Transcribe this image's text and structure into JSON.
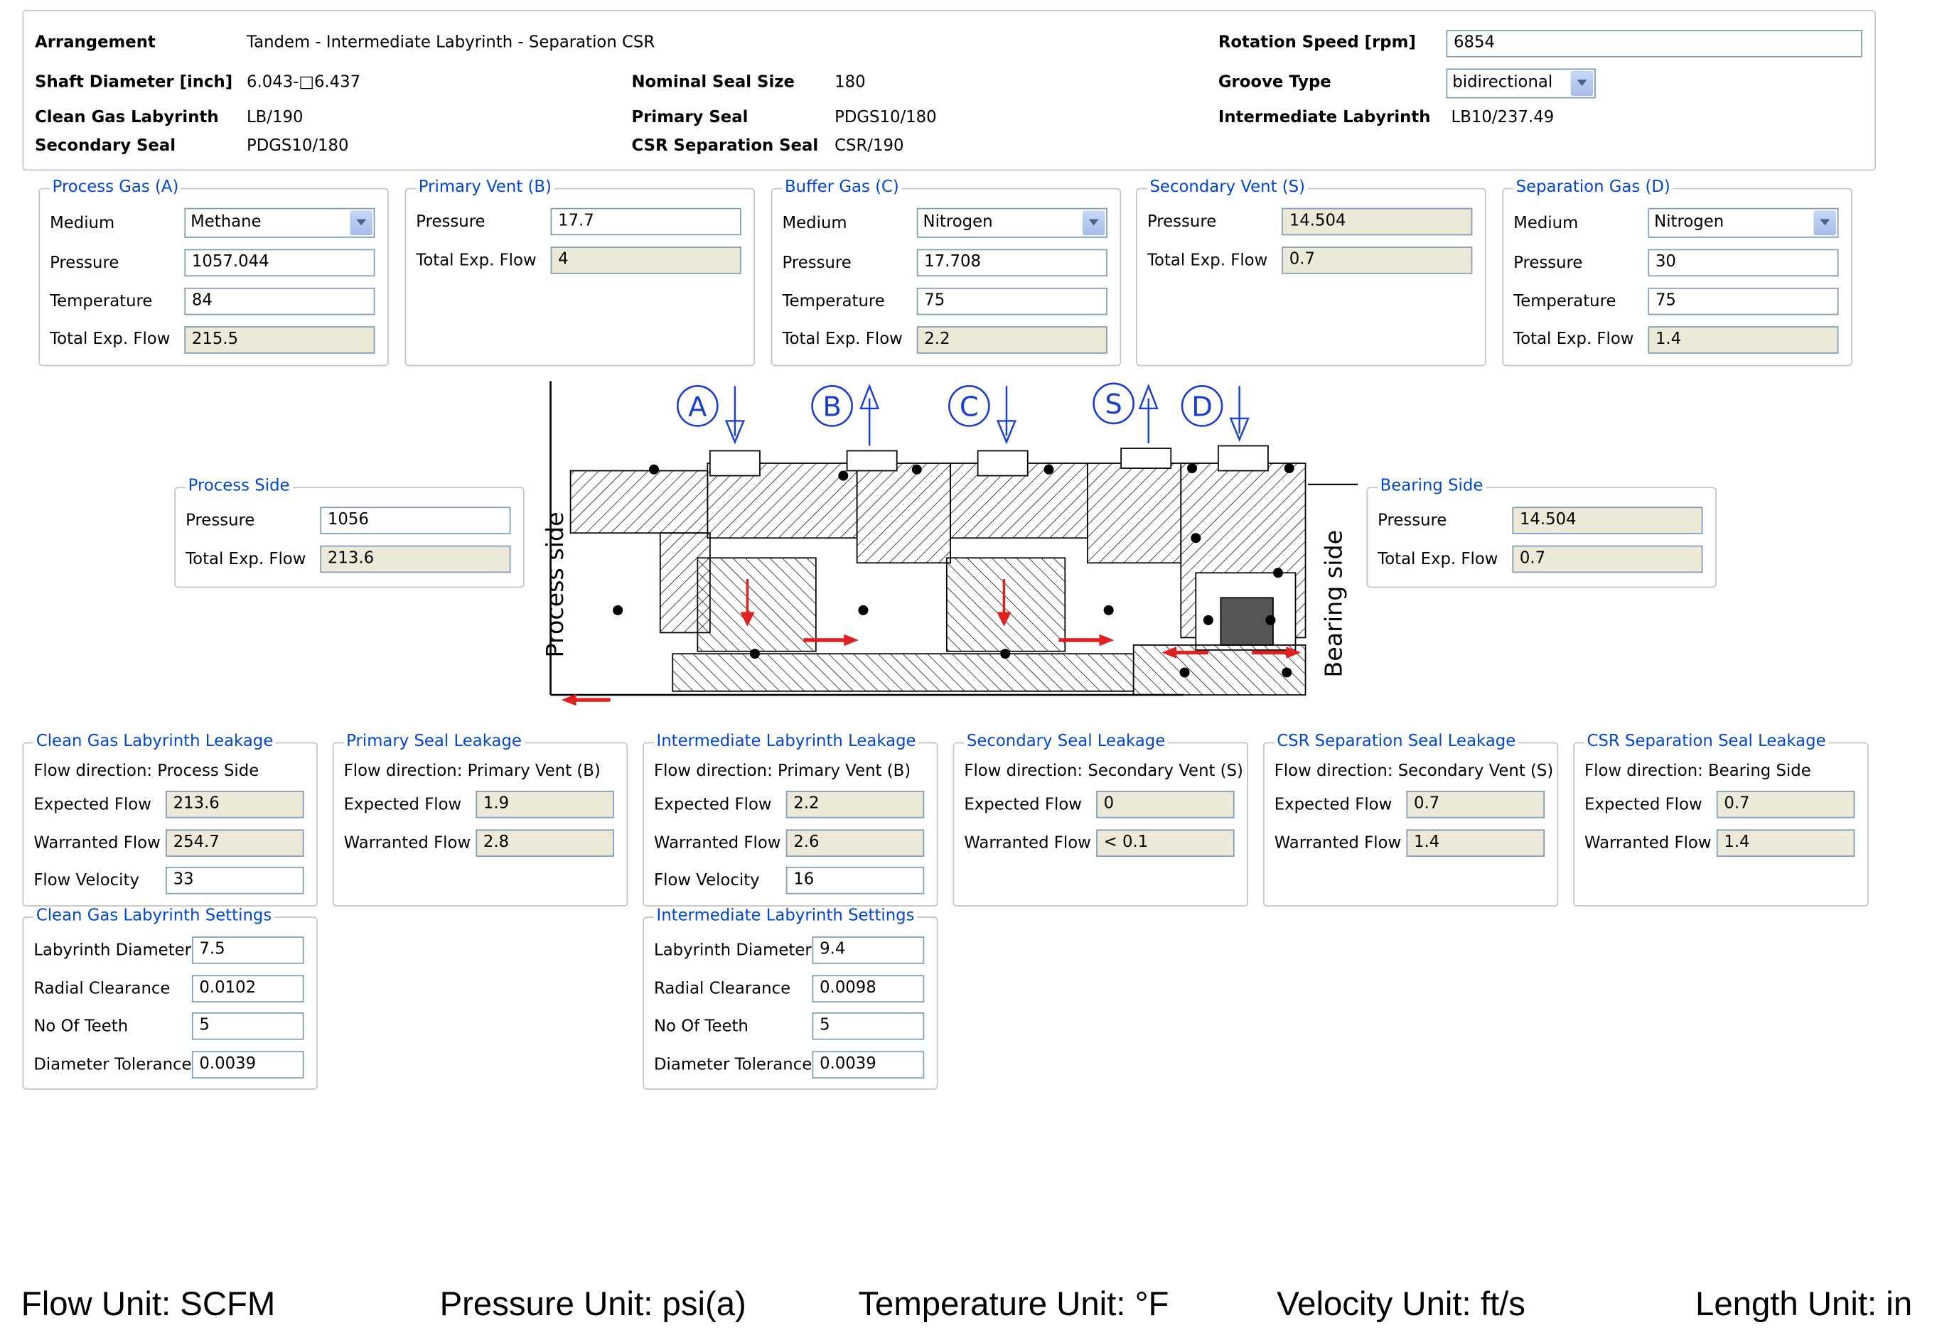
{
  "header": {
    "arrangement_label": "Arrangement",
    "arrangement_value": "Tandem - Intermediate Labyrinth - Separation CSR",
    "rotation_label": "Rotation Speed [rpm]",
    "rotation_value": "6854",
    "shaft_label": "Shaft Diameter [inch]",
    "shaft_value": "6.043-□6.437",
    "nominal_label": "Nominal Seal Size",
    "nominal_value": "180",
    "groove_label": "Groove Type",
    "groove_value": "bidirectional",
    "clean_lab_label": "Clean Gas Labyrinth",
    "clean_lab_value": "LB/190",
    "primary_label": "Primary Seal",
    "primary_value": "PDGS10/180",
    "inter_lab_label": "Intermediate Labyrinth",
    "inter_lab_value": "LB10/237.49",
    "secondary_label": "Secondary Seal",
    "secondary_value": "PDGS10/180",
    "csr_label": "CSR Separation Seal",
    "csr_value": "CSR/190"
  },
  "gas": {
    "process": {
      "title": "Process Gas (A)",
      "medium_label": "Medium",
      "medium": "Methane",
      "pressure_label": "Pressure",
      "pressure": "1057.044",
      "temperature_label": "Temperature",
      "temperature": "84",
      "flow_label": "Total Exp. Flow",
      "flow": "215.5"
    },
    "primary_vent": {
      "title": "Primary Vent (B)",
      "pressure_label": "Pressure",
      "pressure": "17.7",
      "flow_label": "Total Exp. Flow",
      "flow": "4"
    },
    "buffer": {
      "title": "Buffer Gas (C)",
      "medium_label": "Medium",
      "medium": "Nitrogen",
      "pressure_label": "Pressure",
      "pressure": "17.708",
      "temperature_label": "Temperature",
      "temperature": "75",
      "flow_label": "Total Exp. Flow",
      "flow": "2.2"
    },
    "secondary_vent": {
      "title": "Secondary Vent (S)",
      "pressure_label": "Pressure",
      "pressure": "14.504",
      "flow_label": "Total Exp. Flow",
      "flow": "0.7"
    },
    "separation": {
      "title": "Separation Gas (D)",
      "medium_label": "Medium",
      "medium": "Nitrogen",
      "pressure_label": "Pressure",
      "pressure": "30",
      "temperature_label": "Temperature",
      "temperature": "75",
      "flow_label": "Total Exp. Flow",
      "flow": "1.4"
    }
  },
  "process_side": {
    "title": "Process Side",
    "pressure_label": "Pressure",
    "pressure": "1056",
    "flow_label": "Total Exp. Flow",
    "flow": "213.6"
  },
  "bearing_side": {
    "title": "Bearing Side",
    "pressure_label": "Pressure",
    "pressure": "14.504",
    "flow_label": "Total Exp. Flow",
    "flow": "0.7"
  },
  "diagram": {
    "markers": [
      "A",
      "B",
      "C",
      "S",
      "D"
    ],
    "process_side_text": "Process side",
    "bearing_side_text": "Bearing side"
  },
  "leakage": {
    "clean": {
      "title": "Clean Gas Labyrinth Leakage",
      "direction": "Flow direction: Process Side",
      "expected_label": "Expected Flow",
      "expected": "213.6",
      "warranted_label": "Warranted Flow",
      "warranted": "254.7",
      "velocity_label": "Flow Velocity",
      "velocity": "33"
    },
    "primary": {
      "title": "Primary Seal Leakage",
      "direction": "Flow direction: Primary Vent (B)",
      "expected_label": "Expected Flow",
      "expected": "1.9",
      "warranted_label": "Warranted Flow",
      "warranted": "2.8"
    },
    "intermediate": {
      "title": "Intermediate Labyrinth Leakage",
      "direction": "Flow direction: Primary Vent (B)",
      "expected_label": "Expected Flow",
      "expected": "2.2",
      "warranted_label": "Warranted Flow",
      "warranted": "2.6",
      "velocity_label": "Flow Velocity",
      "velocity": "16"
    },
    "secondary": {
      "title": "Secondary Seal Leakage",
      "direction": "Flow direction: Secondary Vent (S)",
      "expected_label": "Expected Flow",
      "expected": "0",
      "warranted_label": "Warranted Flow",
      "warranted": "< 0.1"
    },
    "csr1": {
      "title": "CSR Separation Seal Leakage",
      "direction": "Flow direction: Secondary Vent (S)",
      "expected_label": "Expected Flow",
      "expected": "0.7",
      "warranted_label": "Warranted Flow",
      "warranted": "1.4"
    },
    "csr2": {
      "title": "CSR Separation Seal Leakage",
      "direction": "Flow direction: Bearing Side",
      "expected_label": "Expected Flow",
      "expected": "0.7",
      "warranted_label": "Warranted Flow",
      "warranted": "1.4"
    }
  },
  "settings": {
    "clean": {
      "title": "Clean Gas Labyrinth Settings",
      "diameter_label": "Labyrinth Diameter",
      "diameter": "7.5",
      "clearance_label": "Radial Clearance",
      "clearance": "0.0102",
      "teeth_label": "No Of Teeth",
      "teeth": "5",
      "tolerance_label": "Diameter Tolerance",
      "tolerance": "0.0039"
    },
    "intermediate": {
      "title": "Intermediate Labyrinth Settings",
      "diameter_label": "Labyrinth Diameter",
      "diameter": "9.4",
      "clearance_label": "Radial Clearance",
      "clearance": "0.0098",
      "teeth_label": "No Of Teeth",
      "teeth": "5",
      "tolerance_label": "Diameter Tolerance",
      "tolerance": "0.0039"
    }
  },
  "footer": {
    "flow": "Flow Unit: SCFM",
    "pressure": "Pressure Unit: psi(a)",
    "temperature": "Temperature Unit: °F",
    "velocity": "Velocity Unit: ft/s",
    "length": "Length Unit: in"
  },
  "colors": {
    "legend": "#0046d5",
    "readonly": "#ece9d8",
    "border": "#7f9db9",
    "arrow": "#e02020"
  }
}
